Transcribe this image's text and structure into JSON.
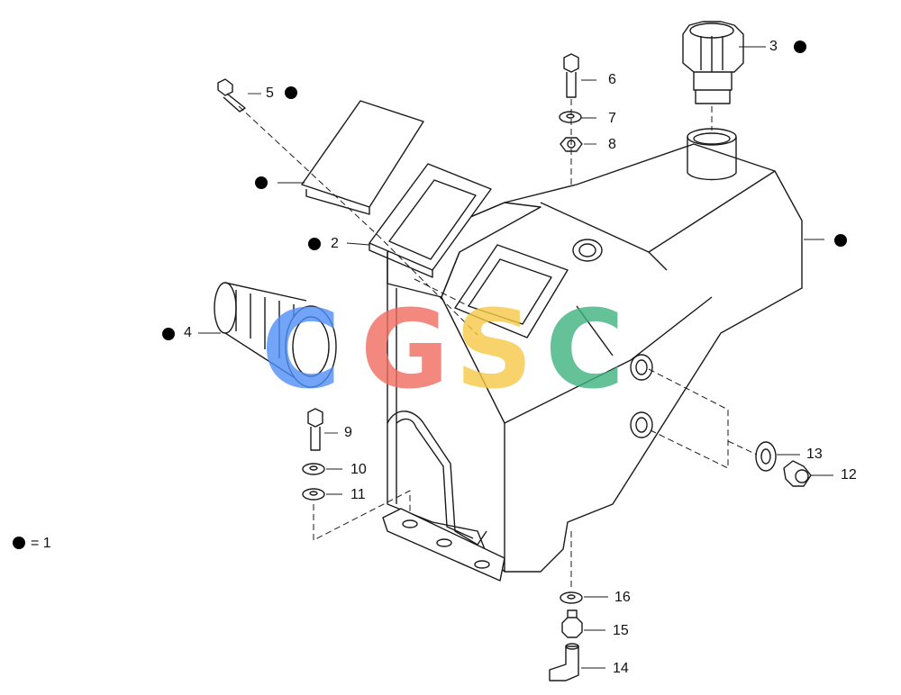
{
  "callouts": {
    "c2": "2",
    "c3": "3",
    "c4": "4",
    "c5": "5",
    "c6": "6",
    "c7": "7",
    "c8": "8",
    "c9": "9",
    "c10": "10",
    "c11": "11",
    "c12": "12",
    "c13": "13",
    "c14": "14",
    "c15": "15",
    "c16": "16"
  },
  "legend": {
    "text": "= 1"
  },
  "watermark": {
    "letters": [
      "C",
      "G",
      "S",
      "C"
    ],
    "colors": [
      "#4f8ef7",
      "#ef6b5f",
      "#f7c948",
      "#3fb27f"
    ]
  },
  "colors": {
    "line": "#1a1a1a",
    "background": "#ffffff"
  }
}
